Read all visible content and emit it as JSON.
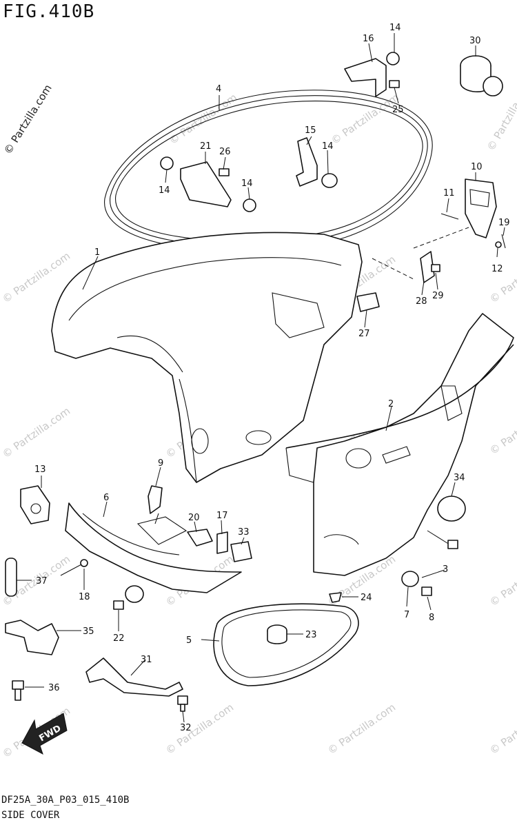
{
  "figure": {
    "title": "FIG.410B",
    "footer_code": "DF25A_30A_P03_015_410B",
    "footer_name": "SIDE COVER",
    "watermark": "© Partzilla.com",
    "direction_badge": "FWD",
    "colors": {
      "line": "#111111",
      "watermark": "#c8c8c8",
      "background": "#ffffff"
    }
  },
  "parts": [
    {
      "id": "p1",
      "label": "1"
    },
    {
      "id": "p2",
      "label": "2"
    },
    {
      "id": "p3",
      "label": "3"
    },
    {
      "id": "p4",
      "label": "4"
    },
    {
      "id": "p5",
      "label": "5"
    },
    {
      "id": "p6",
      "label": "6"
    },
    {
      "id": "p7",
      "label": "7"
    },
    {
      "id": "p8",
      "label": "8"
    },
    {
      "id": "p9",
      "label": "9"
    },
    {
      "id": "p10",
      "label": "10"
    },
    {
      "id": "p11",
      "label": "11"
    },
    {
      "id": "p12",
      "label": "12"
    },
    {
      "id": "p13",
      "label": "13"
    },
    {
      "id": "p14a",
      "label": "14"
    },
    {
      "id": "p14b",
      "label": "14"
    },
    {
      "id": "p14c",
      "label": "14"
    },
    {
      "id": "p14d",
      "label": "14"
    },
    {
      "id": "p15",
      "label": "15"
    },
    {
      "id": "p16",
      "label": "16"
    },
    {
      "id": "p17",
      "label": "17"
    },
    {
      "id": "p18",
      "label": "18"
    },
    {
      "id": "p19",
      "label": "19"
    },
    {
      "id": "p20",
      "label": "20"
    },
    {
      "id": "p21",
      "label": "21"
    },
    {
      "id": "p22",
      "label": "22"
    },
    {
      "id": "p23",
      "label": "23"
    },
    {
      "id": "p24",
      "label": "24"
    },
    {
      "id": "p25",
      "label": "25"
    },
    {
      "id": "p26",
      "label": "26"
    },
    {
      "id": "p27",
      "label": "27"
    },
    {
      "id": "p28",
      "label": "28"
    },
    {
      "id": "p29",
      "label": "29"
    },
    {
      "id": "p30",
      "label": "30"
    },
    {
      "id": "p31",
      "label": "31"
    },
    {
      "id": "p32",
      "label": "32"
    },
    {
      "id": "p33",
      "label": "33"
    },
    {
      "id": "p34",
      "label": "34"
    },
    {
      "id": "p35",
      "label": "35"
    },
    {
      "id": "p36",
      "label": "36"
    },
    {
      "id": "p37",
      "label": "37"
    }
  ]
}
